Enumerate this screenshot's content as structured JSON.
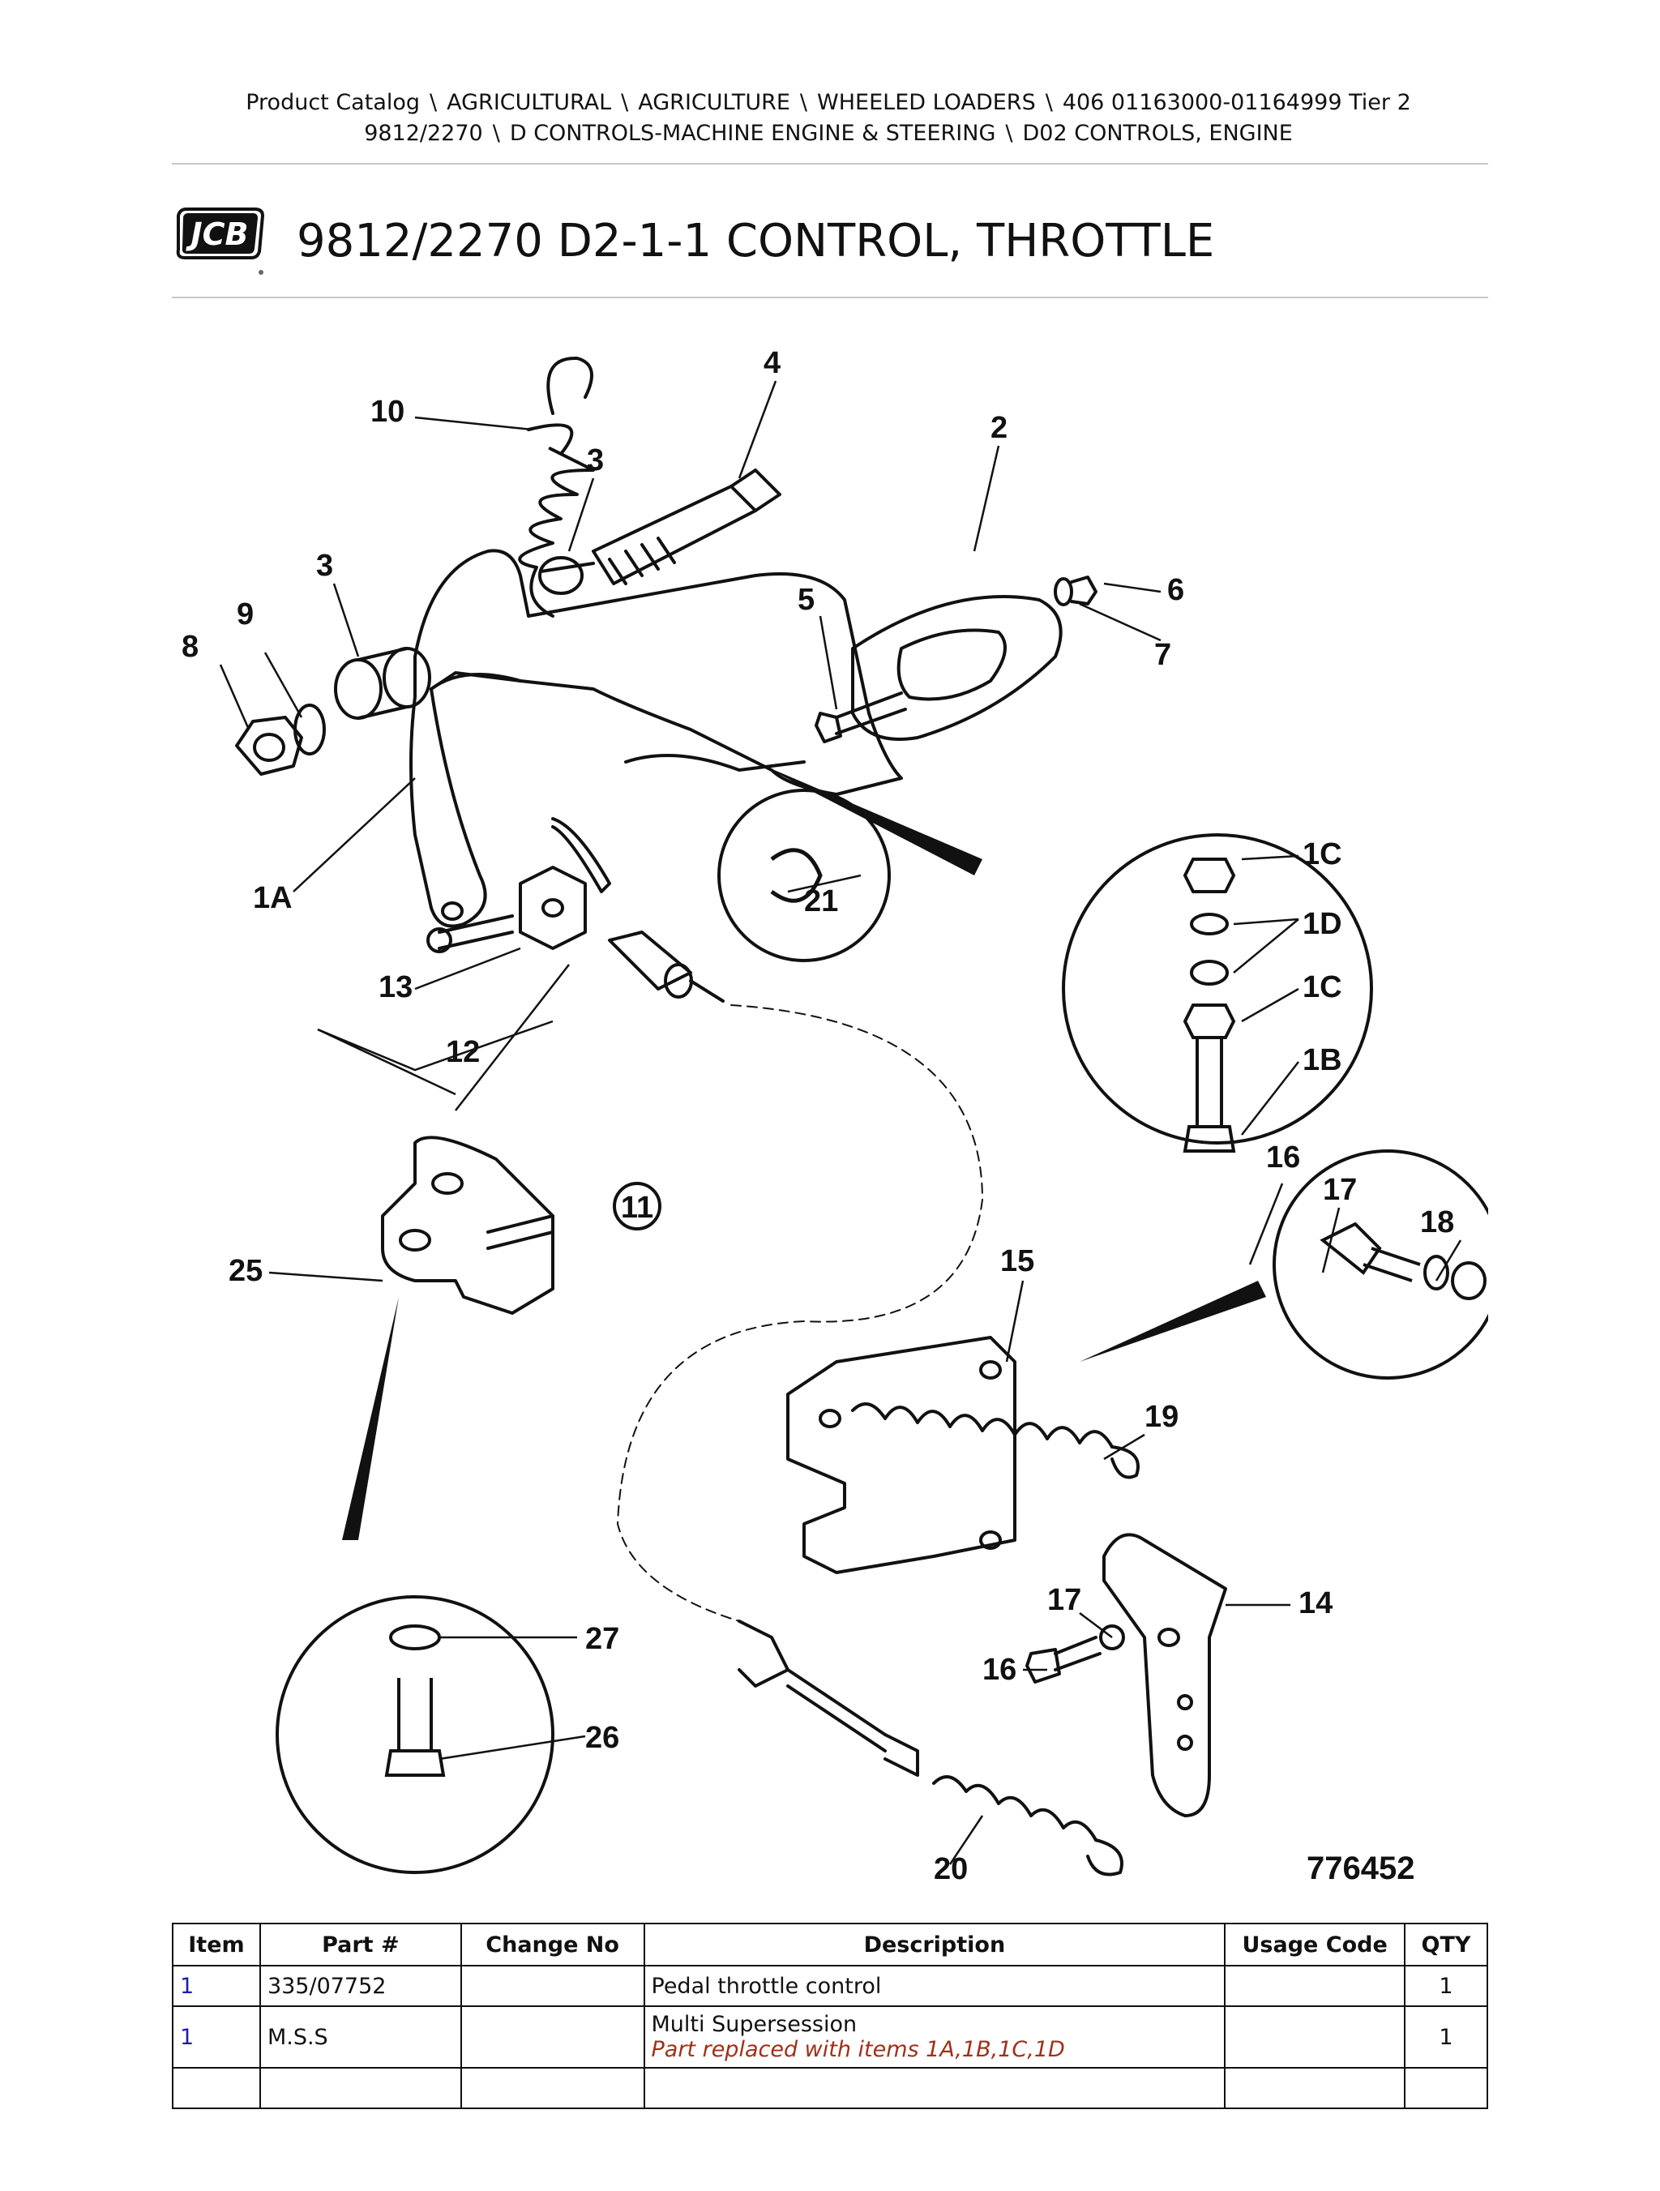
{
  "breadcrumb": {
    "line1": [
      "Product Catalog",
      "AGRICULTURAL",
      "AGRICULTURE",
      "WHEELED LOADERS",
      "406 01163000-01164999 Tier 2"
    ],
    "line2": [
      "9812/2270",
      "D CONTROLS-MACHINE ENGINE & STEERING",
      "D02 CONTROLS, ENGINE"
    ],
    "separator": "\\"
  },
  "logo": {
    "text": "JCB",
    "icon": "jcb-logo",
    "color": "#111111"
  },
  "title": "9812/2270 D2-1-1 CONTROL, THROTTLE",
  "diagram": {
    "figure_number": "776452",
    "labels": [
      "10",
      "4",
      "3",
      "2",
      "6",
      "7",
      "3",
      "9",
      "8",
      "5",
      "1A",
      "21",
      "1C",
      "1D",
      "1C",
      "1B",
      "13",
      "12",
      "11",
      "25",
      "16",
      "17",
      "18",
      "15",
      "19",
      "17",
      "14",
      "16",
      "27",
      "26",
      "20"
    ]
  },
  "table": {
    "headers": [
      "Item",
      "Part #",
      "Change No",
      "Description",
      "Usage Code",
      "QTY"
    ],
    "rows": [
      {
        "item": "1",
        "part": "335/07752",
        "change": "",
        "description": "Pedal throttle control",
        "note": "",
        "usage": "",
        "qty": "1"
      },
      {
        "item": "1",
        "part": "M.S.S",
        "change": "",
        "description": "Multi Supersession",
        "note": "Part replaced with items 1A,1B,1C,1D",
        "usage": "",
        "qty": "1"
      }
    ]
  },
  "colors": {
    "link": "#1d1db0",
    "note": "#a0301a",
    "rule": "#c8c8c8"
  }
}
